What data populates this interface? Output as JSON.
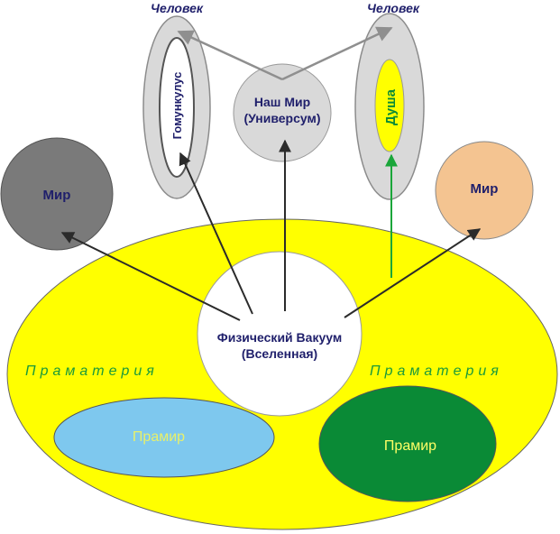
{
  "diagram": {
    "nodes": {
      "human_left": {
        "label": "Человек"
      },
      "human_right": {
        "label": "Человек"
      },
      "homunculus": {
        "label": "Гомункулус"
      },
      "soul": {
        "label": "Душа"
      },
      "our_world": {
        "line1": "Наш Мир",
        "line2": "(Универсум)"
      },
      "world_left": {
        "label": "Мир"
      },
      "world_right": {
        "label": "Мир"
      },
      "physical_vacuum": {
        "line1": "Физический Вакуум",
        "line2": "(Вселенная)"
      },
      "pramateria_left": {
        "label": "Праматерия"
      },
      "pramateria_right": {
        "label": "Праматерия"
      },
      "pramir_left": {
        "label": "Прамир"
      },
      "pramir_right": {
        "label": "Прамир"
      }
    },
    "colors": {
      "yellow": "#ffff00",
      "grey_shell": "#d9d9d9",
      "grey_outline": "#8c8c8c",
      "dark_grey": "#7a7a7a",
      "peach": "#f4c491",
      "light_blue": "#7ec8ee",
      "dark_green": "#0a8a36",
      "navy_text": "#1f1f6b",
      "green_text": "#1a9a3a",
      "arrow_dark": "#2b2b2b",
      "arrow_grey": "#8f8f8f",
      "arrow_green": "#1aa63a"
    }
  }
}
